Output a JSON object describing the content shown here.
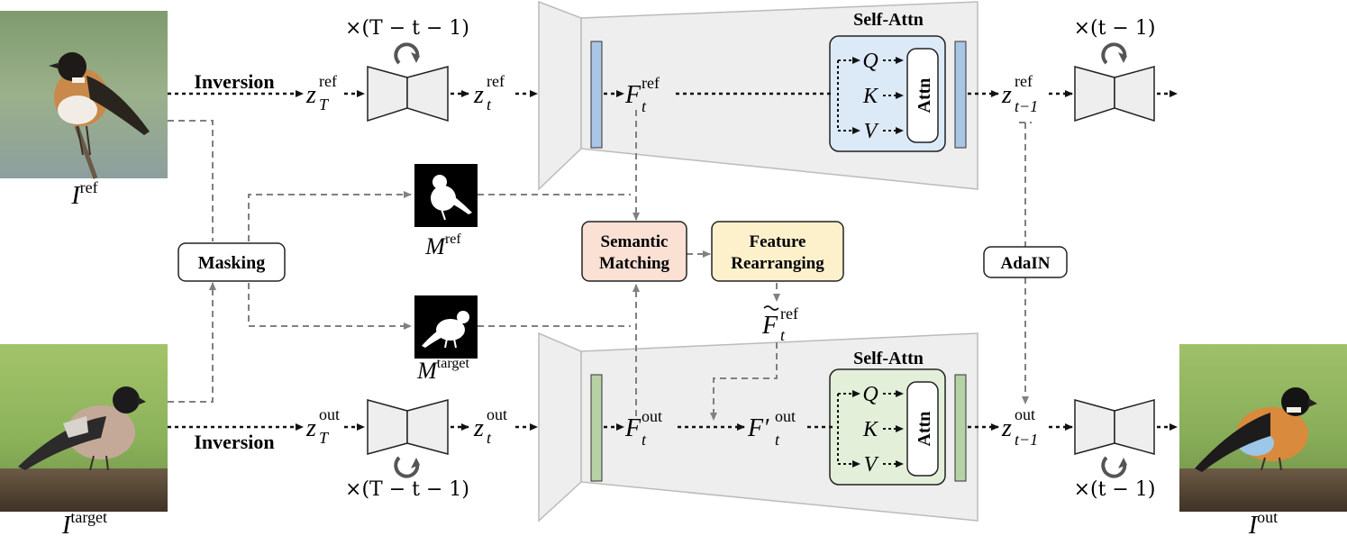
{
  "labels": {
    "inversion_top": "Inversion",
    "inversion_bottom": "Inversion",
    "masking": "Masking",
    "semantic_matching_1": "Semantic",
    "semantic_matching_2": "Matching",
    "feature_rearranging_1": "Feature",
    "feature_rearranging_2": "Rearranging",
    "adain": "AdaIN",
    "self_attn_top": "Self-Attn",
    "self_attn_bottom": "Self-Attn",
    "attn_top": "Attn",
    "attn_bottom": "Attn",
    "q": "Q",
    "k": "K",
    "v": "V"
  },
  "repeat": {
    "loop_top_left": "×(T − t − 1)",
    "loop_bottom_left": "×(T − t − 1)",
    "loop_top_right": "×(t − 1)",
    "loop_bottom_right": "×(t − 1)"
  },
  "symbols": {
    "I": "I",
    "M": "M",
    "z": "z",
    "F": "F",
    "Fprime": "F′",
    "sup_ref": "ref",
    "sup_target": "target",
    "sup_out": "out",
    "sub_T": "T",
    "sub_t": "t",
    "sub_t1": "t−1"
  },
  "colors": {
    "semantic_fill": "#fbe0d4",
    "feature_fill": "#fdf1cc",
    "attn_blue": "#dce9f7",
    "attn_green": "#e3efd9",
    "bar_blue": "#a9c6e4",
    "bar_green": "#b6d2a4",
    "unet_fill": "#eeeeee",
    "dash_gray": "#808080"
  }
}
